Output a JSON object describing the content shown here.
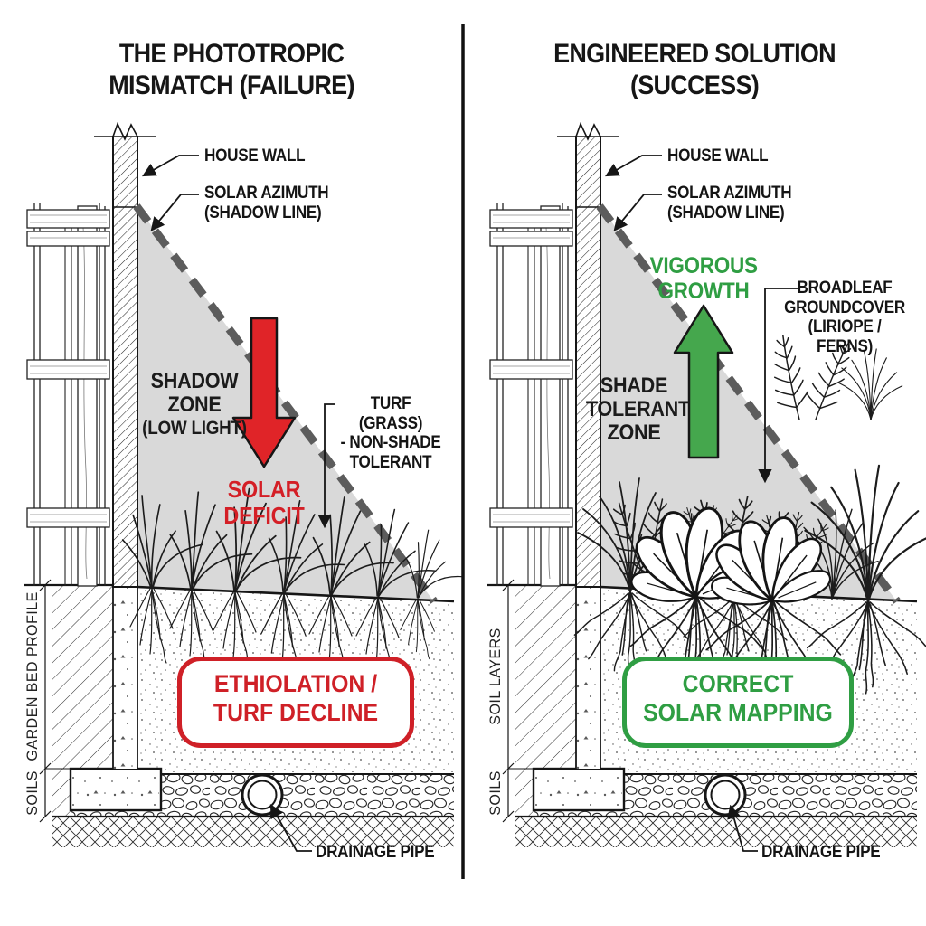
{
  "left": {
    "title1": "THE PHOTOTROPIC",
    "title2": "MISMATCH (FAILURE)",
    "house_wall": "HOUSE WALL",
    "azimuth1": "SOLAR AZIMUTH",
    "azimuth2": "(SHADOW LINE)",
    "zone1": "SHADOW",
    "zone2": "ZONE",
    "zone3": "(LOW LIGHT)",
    "deficit1": "SOLAR",
    "deficit2": "DEFICIT",
    "turf1": "TURF (GRASS)",
    "turf2": "- NON-SHADE",
    "turf3": "TOLERANT",
    "outcome1": "ETHIOLATION /",
    "outcome2": "TURF DECLINE",
    "dim_profile": "GARDEN BED PROFILE",
    "dim_soils": "SOILS",
    "drainage": "DRAINAGE PIPE"
  },
  "right": {
    "title1": "ENGINEERED SOLUTION",
    "title2": "(SUCCESS)",
    "house_wall": "HOUSE WALL",
    "azimuth1": "SOLAR AZIMUTH",
    "azimuth2": "(SHADOW LINE)",
    "growth1": "VIGOROUS",
    "growth2": "GROWTH",
    "zone1": "SHADE",
    "zone2": "TOLERANT",
    "zone3": "ZONE",
    "cover1": "BROADLEAF",
    "cover2": "GROUNDCOVER",
    "cover3": "(LIRIOPE / FERNS)",
    "outcome1": "CORRECT",
    "outcome2": "SOLAR MAPPING",
    "dim_layers": "SOIL LAYERS",
    "dim_soils": "SOILS",
    "drainage": "DRAINAGE PIPE"
  },
  "colors": {
    "failure_red": "#d41f26",
    "success_green": "#2f9e43",
    "arrow_red": "#e02428",
    "arrow_green": "#45a74d",
    "shadow_gray": "#d9d9d9",
    "shadow_line_gray": "#5c5c5c",
    "ink": "#161616"
  }
}
